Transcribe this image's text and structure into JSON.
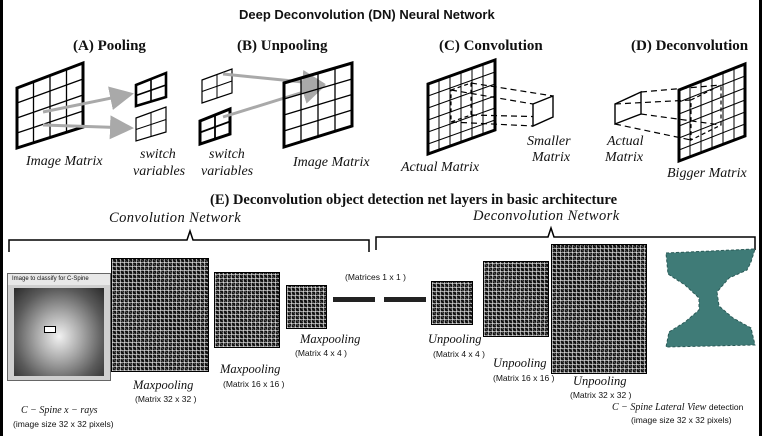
{
  "title": "Deep Deconvolution (DN) Neural Network",
  "panels": {
    "a": {
      "title": "(A) Pooling",
      "left_label": "Image Matrix",
      "right_label_1": "switch",
      "right_label_2": "variables"
    },
    "b": {
      "title": "(B) Unpooling",
      "left_label_1": "switch",
      "left_label_2": "variables",
      "right_label": "Image Matrix"
    },
    "c": {
      "title": "(C) Convolution",
      "left_label": "Actual Matrix",
      "right_label_1": "Smaller",
      "right_label_2": "Matrix"
    },
    "d": {
      "title": "(D) Deconvolution",
      "left_label_1": "Actual",
      "left_label_2": "Matrix",
      "right_label": "Bigger Matrix"
    }
  },
  "section_e": {
    "title": "(E) Deconvolution object detection net layers in basic architecture",
    "conv_network": "Convolution Network",
    "deconv_network": "Deconvolution Network",
    "xray_caption": "Image to classify for C-Spine",
    "input_label": "C − Spine x − rays",
    "input_size": "(image size 32 x 32 pixels)",
    "matrices_1x1": "(Matrices 1 x 1 )",
    "layers": [
      {
        "name": "Maxpooling",
        "size": "(Matrix 32 x 32 )"
      },
      {
        "name": "Maxpooling",
        "size": "(Matrix 16 x 16 )"
      },
      {
        "name": "Maxpooling",
        "size": "(Matrix 4 x 4 )"
      },
      {
        "name": "Unpooling",
        "size": "(Matrix 4 x 4 )"
      },
      {
        "name": "Unpooling",
        "size": "(Matrix 16 x 16 )"
      },
      {
        "name": "Unpooling",
        "size": "(Matrix 32 x 32 )"
      }
    ],
    "output_label": "C − Spine Lateral View",
    "output_suffix": "detection",
    "output_size": "(image size 32 x 32 pixels)"
  },
  "colors": {
    "arrow": "#a9a9a9",
    "output_shape": "#3f7b77",
    "grid": "#000000"
  }
}
